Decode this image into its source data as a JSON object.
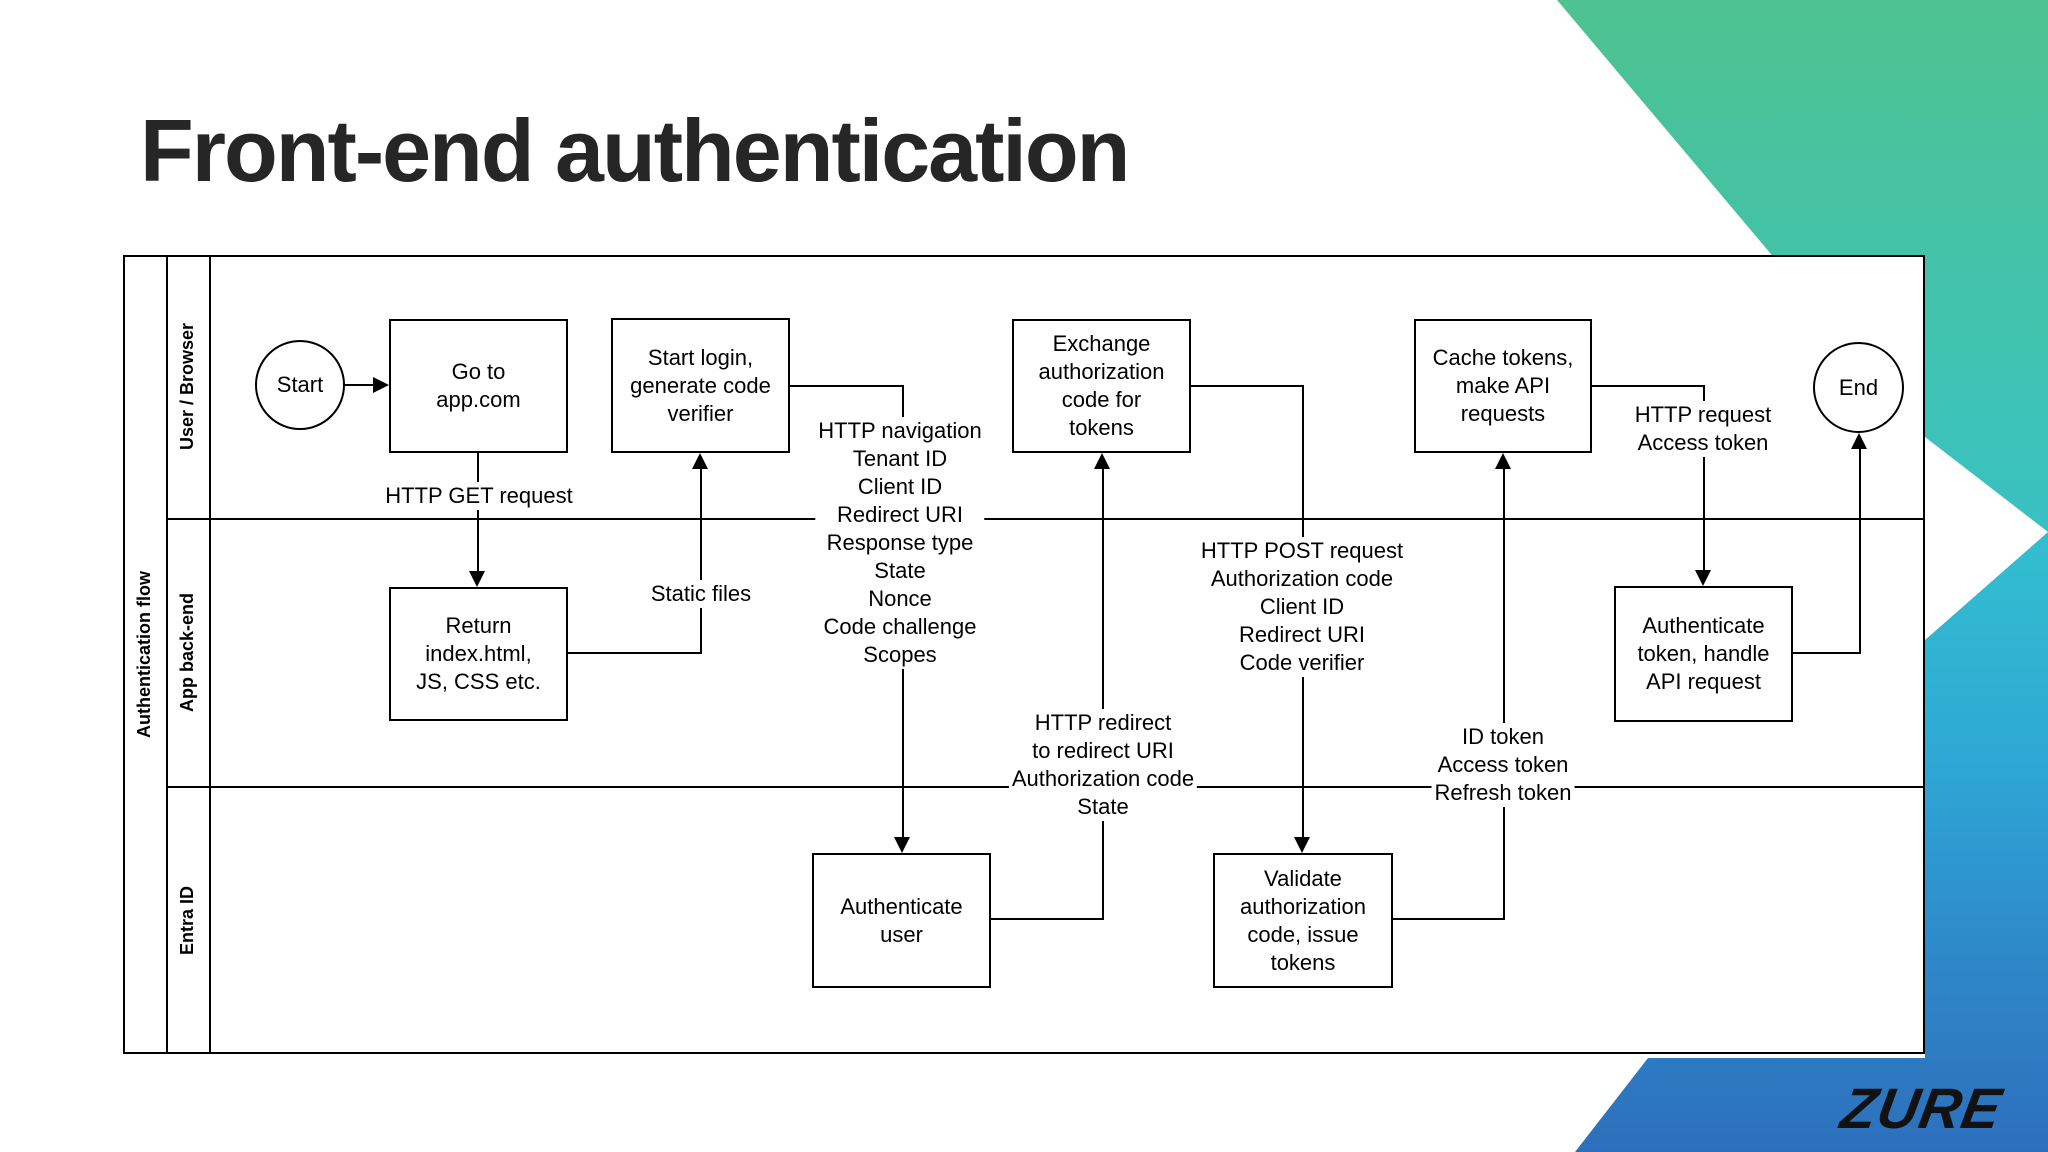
{
  "slide": {
    "title": "Front-end authentication",
    "brand": "ZURE"
  },
  "diagram": {
    "pool_label": "Authentication flow",
    "lanes": [
      {
        "label": "User / Browser"
      },
      {
        "label": "App back-end"
      },
      {
        "label": "Entra ID"
      }
    ],
    "terminators": {
      "start": "Start",
      "end": "End"
    },
    "nodes": [
      {
        "id": "go-to-app",
        "lane": "User / Browser",
        "label": "Go to\napp.com"
      },
      {
        "id": "start-login",
        "lane": "User / Browser",
        "label": "Start login,\ngenerate code\nverifier"
      },
      {
        "id": "exchange-code",
        "lane": "User / Browser",
        "label": "Exchange\nauthorization\ncode for\ntokens"
      },
      {
        "id": "cache-tokens",
        "lane": "User / Browser",
        "label": "Cache tokens,\nmake API\nrequests"
      },
      {
        "id": "return-index",
        "lane": "App back-end",
        "label": "Return\nindex.html,\nJS, CSS etc."
      },
      {
        "id": "auth-token",
        "lane": "App back-end",
        "label": "Authenticate\ntoken, handle\nAPI request"
      },
      {
        "id": "auth-user",
        "lane": "Entra ID",
        "label": "Authenticate\nuser"
      },
      {
        "id": "validate-code",
        "lane": "Entra ID",
        "label": "Validate\nauthorization\ncode, issue\ntokens"
      }
    ],
    "edge_labels": [
      {
        "id": "http-get",
        "text": "HTTP GET request"
      },
      {
        "id": "static-files",
        "text": "Static files"
      },
      {
        "id": "http-navigation",
        "text": "HTTP navigation\nTenant ID\nClient ID\nRedirect URI\nResponse type\nState\nNonce\nCode challenge\nScopes"
      },
      {
        "id": "http-redirect",
        "text": "HTTP redirect\nto redirect URI\nAuthorization code\nState"
      },
      {
        "id": "http-post",
        "text": "HTTP POST request\nAuthorization code\nClient ID\nRedirect URI\nCode verifier"
      },
      {
        "id": "id-token",
        "text": "ID token\nAccess token\nRefresh token"
      },
      {
        "id": "http-request",
        "text": "HTTP request\nAccess token"
      }
    ],
    "colors": {
      "line": "#000000",
      "node_fill": "#ffffff",
      "title_text": "#262626",
      "deco_green": "#4ec290",
      "deco_teal": "#38c1c4",
      "deco_cyan": "#33c0ce",
      "deco_blue": "#2d6fbc",
      "logo_text": "#121212"
    }
  }
}
